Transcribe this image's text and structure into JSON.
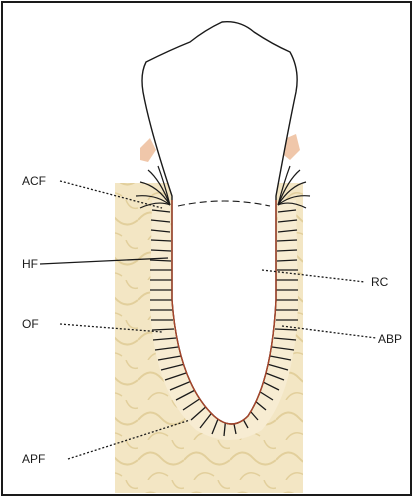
{
  "labels": {
    "acf": "ACF",
    "hf": "HF",
    "of": "OF",
    "apf": "APF",
    "rc": "RC",
    "abp": "ABP"
  },
  "colors": {
    "bone": "#f3e6c4",
    "bone_pattern": "#e2cf9c",
    "gingiva": "#f0c7aa",
    "root_outline": "#a8452a",
    "ink": "#1a1a1a",
    "frame": "#1a1a1a"
  }
}
